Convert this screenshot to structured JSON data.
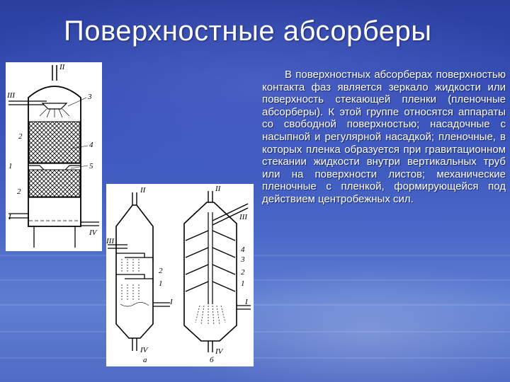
{
  "slide": {
    "title": "Поверхностные абсорберы",
    "paragraph": "В поверхностных абсорберах поверхностью контакта фаз является зеркало жидкости или поверхность стекающей пленки (пленочные абсорберы). К этой группе относятся аппараты со свободной поверхностью; насадочные с насыпной и регулярной насадкой; пленочные, в которых пленка образуется при гравитационном стекании жидкости внутри вертикальных труб или на поверхности листов; механические пленочные с пленкой, формирующейся под действием центробежных сил."
  },
  "figure_left": {
    "labels": {
      "top": "II",
      "left_inlet": "III",
      "n3": "3",
      "n2a": "2",
      "n4": "4",
      "n1": "1",
      "n5": "5",
      "n2b": "2",
      "bottom_left": "I",
      "right_outlet": "IV"
    }
  },
  "figure_right": {
    "labels": {
      "a_top": "II",
      "a_inlet": "III",
      "a_n2": "2",
      "a_n1": "1",
      "a_bottom_right": "I",
      "a_bottom": "IV",
      "a_caption": "а",
      "b_top": "II",
      "b_inlet": "III",
      "b_n4": "4",
      "b_n3": "3",
      "b_n2": "2",
      "b_n1": "1",
      "b_bottom_right": "I",
      "b_bottom": "IV",
      "b_caption": "б"
    }
  },
  "colors": {
    "background": "#3650b8",
    "text": "#ffffff",
    "figure_bg": "#ffffff"
  }
}
